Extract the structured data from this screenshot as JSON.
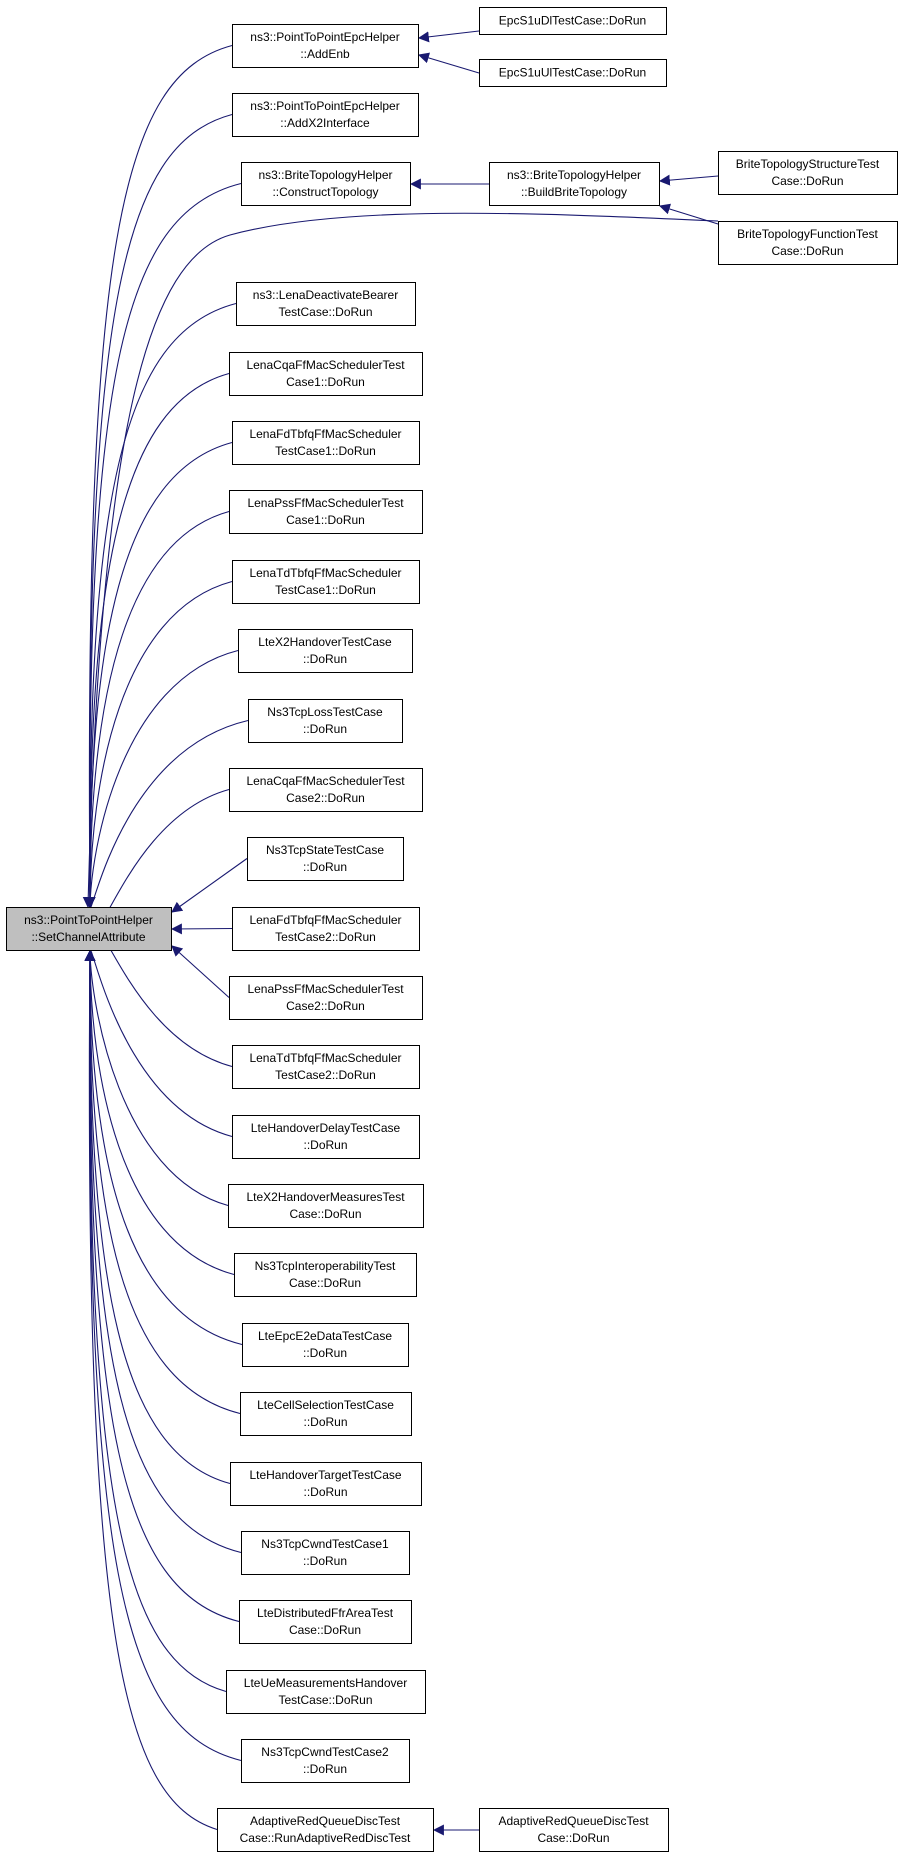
{
  "colors": {
    "edge": "#191970",
    "node_border": "#000000",
    "node_fill": "#ffffff",
    "root_fill": "#bfbfbf"
  },
  "root": {
    "line1": "ns3::PointToPointHelper",
    "line2": "::SetChannelAttribute"
  },
  "callers": [
    {
      "line1": "ns3::PointToPointEpcHelper",
      "line2": "::AddEnb"
    },
    {
      "line1": "ns3::PointToPointEpcHelper",
      "line2": "::AddX2Interface"
    },
    {
      "line1": "ns3::BriteTopologyHelper",
      "line2": "::ConstructTopology"
    },
    {
      "line1": "ns3::LenaDeactivateBearer",
      "line2": "TestCase::DoRun"
    },
    {
      "line1": "LenaCqaFfMacSchedulerTest",
      "line2": "Case1::DoRun"
    },
    {
      "line1": "LenaFdTbfqFfMacScheduler",
      "line2": "TestCase1::DoRun"
    },
    {
      "line1": "LenaPssFfMacSchedulerTest",
      "line2": "Case1::DoRun"
    },
    {
      "line1": "LenaTdTbfqFfMacScheduler",
      "line2": "TestCase1::DoRun"
    },
    {
      "line1": "LteX2HandoverTestCase",
      "line2": "::DoRun"
    },
    {
      "line1": "Ns3TcpLossTestCase",
      "line2": "::DoRun"
    },
    {
      "line1": "LenaCqaFfMacSchedulerTest",
      "line2": "Case2::DoRun"
    },
    {
      "line1": "Ns3TcpStateTestCase",
      "line2": "::DoRun"
    },
    {
      "line1": "LenaFdTbfqFfMacScheduler",
      "line2": "TestCase2::DoRun"
    },
    {
      "line1": "LenaPssFfMacSchedulerTest",
      "line2": "Case2::DoRun"
    },
    {
      "line1": "LenaTdTbfqFfMacScheduler",
      "line2": "TestCase2::DoRun"
    },
    {
      "line1": "LteHandoverDelayTestCase",
      "line2": "::DoRun"
    },
    {
      "line1": "LteX2HandoverMeasuresTest",
      "line2": "Case::DoRun"
    },
    {
      "line1": "Ns3TcpInteroperabilityTest",
      "line2": "Case::DoRun"
    },
    {
      "line1": "LteEpcE2eDataTestCase",
      "line2": "::DoRun"
    },
    {
      "line1": "LteCellSelectionTestCase",
      "line2": "::DoRun"
    },
    {
      "line1": "LteHandoverTargetTestCase",
      "line2": "::DoRun"
    },
    {
      "line1": "Ns3TcpCwndTestCase1",
      "line2": "::DoRun"
    },
    {
      "line1": "LteDistributedFfrAreaTest",
      "line2": "Case::DoRun"
    },
    {
      "line1": "LteUeMeasurementsHandover",
      "line2": "TestCase::DoRun"
    },
    {
      "line1": "Ns3TcpCwndTestCase2",
      "line2": "::DoRun"
    },
    {
      "line1": "AdaptiveRedQueueDiscTest",
      "line2": "Case::RunAdaptiveRedDiscTest"
    }
  ],
  "secondary": [
    {
      "line1": "EpcS1uDlTestCase::DoRun",
      "line2": ""
    },
    {
      "line1": "EpcS1uUlTestCase::DoRun",
      "line2": ""
    },
    {
      "line1": "ns3::BriteTopologyHelper",
      "line2": "::BuildBriteTopology"
    },
    {
      "line1": "AdaptiveRedQueueDiscTest",
      "line2": "Case::DoRun"
    }
  ],
  "tertiary": [
    {
      "line1": "BriteTopologyStructureTest",
      "line2": "Case::DoRun"
    },
    {
      "line1": "BriteTopologyFunctionTest",
      "line2": "Case::DoRun"
    }
  ]
}
